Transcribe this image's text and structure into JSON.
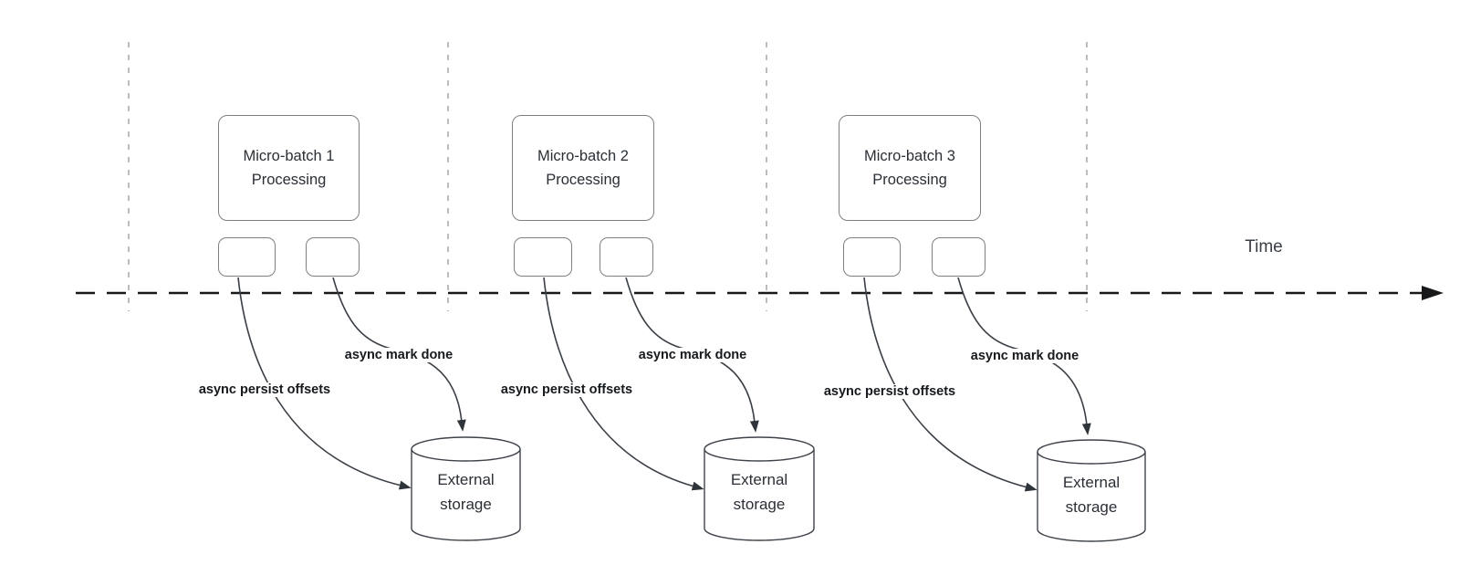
{
  "timeline": {
    "label": "Time"
  },
  "groups": [
    {
      "title_line1": "Micro-batch 1",
      "title_line2": "Processing",
      "persist_label": "async persist offsets",
      "markdone_label": "async mark done",
      "storage_line1": "External",
      "storage_line2": "storage"
    },
    {
      "title_line1": "Micro-batch 2",
      "title_line2": "Processing",
      "persist_label": "async persist offsets",
      "markdone_label": "async mark done",
      "storage_line1": "External",
      "storage_line2": "storage"
    },
    {
      "title_line1": "Micro-batch 3",
      "title_line2": "Processing",
      "persist_label": "async persist offsets",
      "markdone_label": "async mark done",
      "storage_line1": "External",
      "storage_line2": "storage"
    }
  ],
  "colors": {
    "background": "#ffffff",
    "connector_stroke": "#3a3f46",
    "box_border": "#7b8085",
    "cylinder_stroke": "#3f444a",
    "guide_dash_gray": "#a6a6a6",
    "timeline_black": "#17181a",
    "box_text": "#2a2f36",
    "edge_label_text": "#16191d"
  }
}
